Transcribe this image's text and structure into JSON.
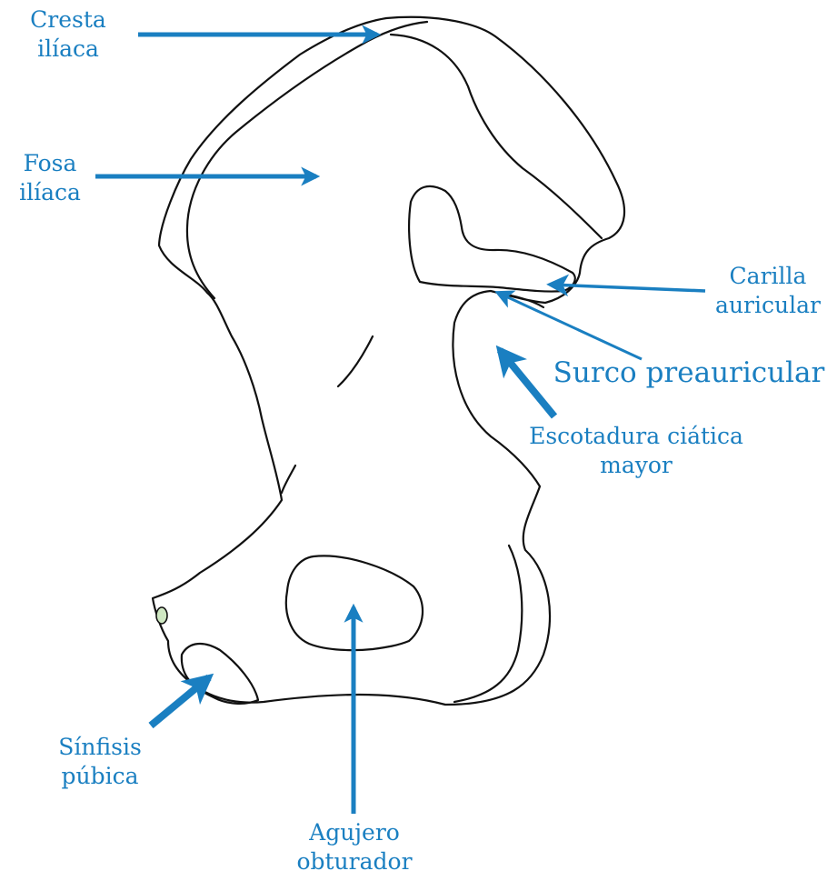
{
  "colors": {
    "accent": "#1a7fc1",
    "outline": "#111111",
    "background": "#ffffff"
  },
  "labels": {
    "cresta": {
      "line1": "Cresta",
      "line2": "ilíaca"
    },
    "fosa": {
      "line1": "Fosa",
      "line2": "ilíaca"
    },
    "carilla": {
      "line1": "Carilla",
      "line2": "auricular"
    },
    "surco": {
      "line1": "Surco preauricular"
    },
    "escotadura": {
      "line1": "Escotadura ciática",
      "line2": "mayor"
    },
    "sinfisis": {
      "line1": "Sínfisis",
      "line2": "púbica"
    },
    "agujero": {
      "line1": "Agujero",
      "line2": "obturador"
    }
  }
}
